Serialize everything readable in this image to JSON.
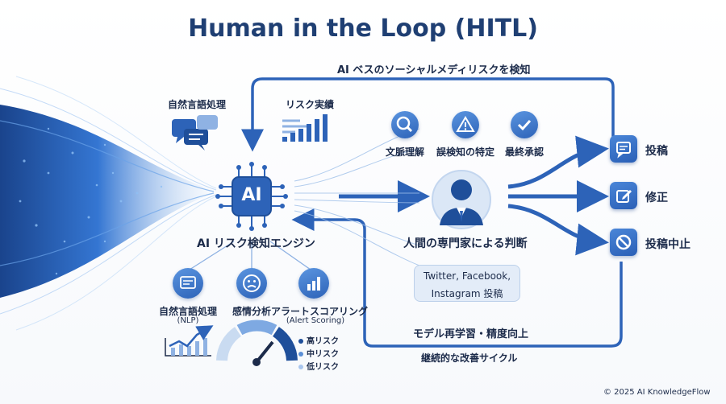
{
  "title": "Human in the Loop (HITL)",
  "top_loop_label": "AI ベスのソーシャルメディリスクを検知",
  "engine": {
    "icon_text": "AI",
    "label": "AI リスク検知エンジン",
    "top_labels": [
      "自然言語処理",
      "リスク実績"
    ]
  },
  "human": {
    "label": "人間の専門家による判断",
    "checks": [
      "文脈理解",
      "誤検知の特定",
      "最終承認"
    ]
  },
  "social_box": {
    "line1": "Twitter, Facebook,",
    "line2": "Instagram 投稿"
  },
  "outcomes": [
    "投稿",
    "修正",
    "投稿中止"
  ],
  "features": [
    {
      "label": "自然言語処理",
      "sub": "(NLP)"
    },
    {
      "label": "感情分析",
      "sub": ""
    },
    {
      "label": "アラートスコアリング",
      "sub": "(Alert Scoring)"
    }
  ],
  "risk_legend": [
    "高リスク",
    "中リスク",
    "低リスク"
  ],
  "bottom_loop": {
    "label": "モデル再学習・精度向上",
    "sub": "継続的な改善サイクル"
  },
  "footer": "© 2025 AI KnowledgeFlow",
  "colors": {
    "primary": "#2d63b8",
    "dark": "#1f3f73",
    "light": "#dbe7f6"
  }
}
